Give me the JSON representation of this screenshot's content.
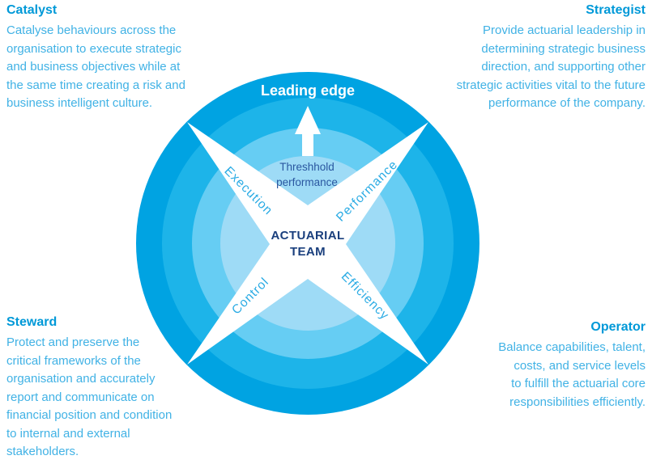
{
  "corners": {
    "catalyst": {
      "title": "Catalyst",
      "body": "Catalyse behaviours across the\norganisation to execute strategic\nand business objectives while at\nthe same time creating a risk and\nbusiness intelligent culture."
    },
    "strategist": {
      "title": "Strategist",
      "body": "Provide actuarial leadership in\ndetermining strategic business\ndirection, and supporting other\nstrategic activities vital to the future\nperformance of the company."
    },
    "steward": {
      "title": "Steward",
      "body": "Protect and preserve the\ncritical frameworks of the\norganisation and accurately\nreport and communicate on\nfinancial position and condition\nto internal and external\nstakeholders."
    },
    "operator": {
      "title": "Operator",
      "body": "Balance capabilities, talent,\ncosts, and service levels\nto fulfill the actuarial core\nresponsibilities efficiently."
    }
  },
  "diagram": {
    "top_label": "Leading edge",
    "threshold_line1": "Threshhold",
    "threshold_line2": "performance",
    "center_line1": "ACTUARIAL",
    "center_line2": "TEAM",
    "arms": {
      "top_left": "Execution",
      "top_right": "Performance",
      "bottom_left": "Control",
      "bottom_right": "Efficiency"
    },
    "colors": {
      "ring_outer": "#00a3e2",
      "ring_2": "#1db4e9",
      "ring_3": "#66cdf3",
      "ring_inner": "#9edbf6",
      "star": "#ffffff",
      "top_label_text": "#ffffff",
      "threshold_text": "#2a57a0",
      "center_text": "#1a3f7d",
      "arm_text": "#2aabe4",
      "heading_text": "#0099d8",
      "body_text": "#41b2e5"
    }
  }
}
